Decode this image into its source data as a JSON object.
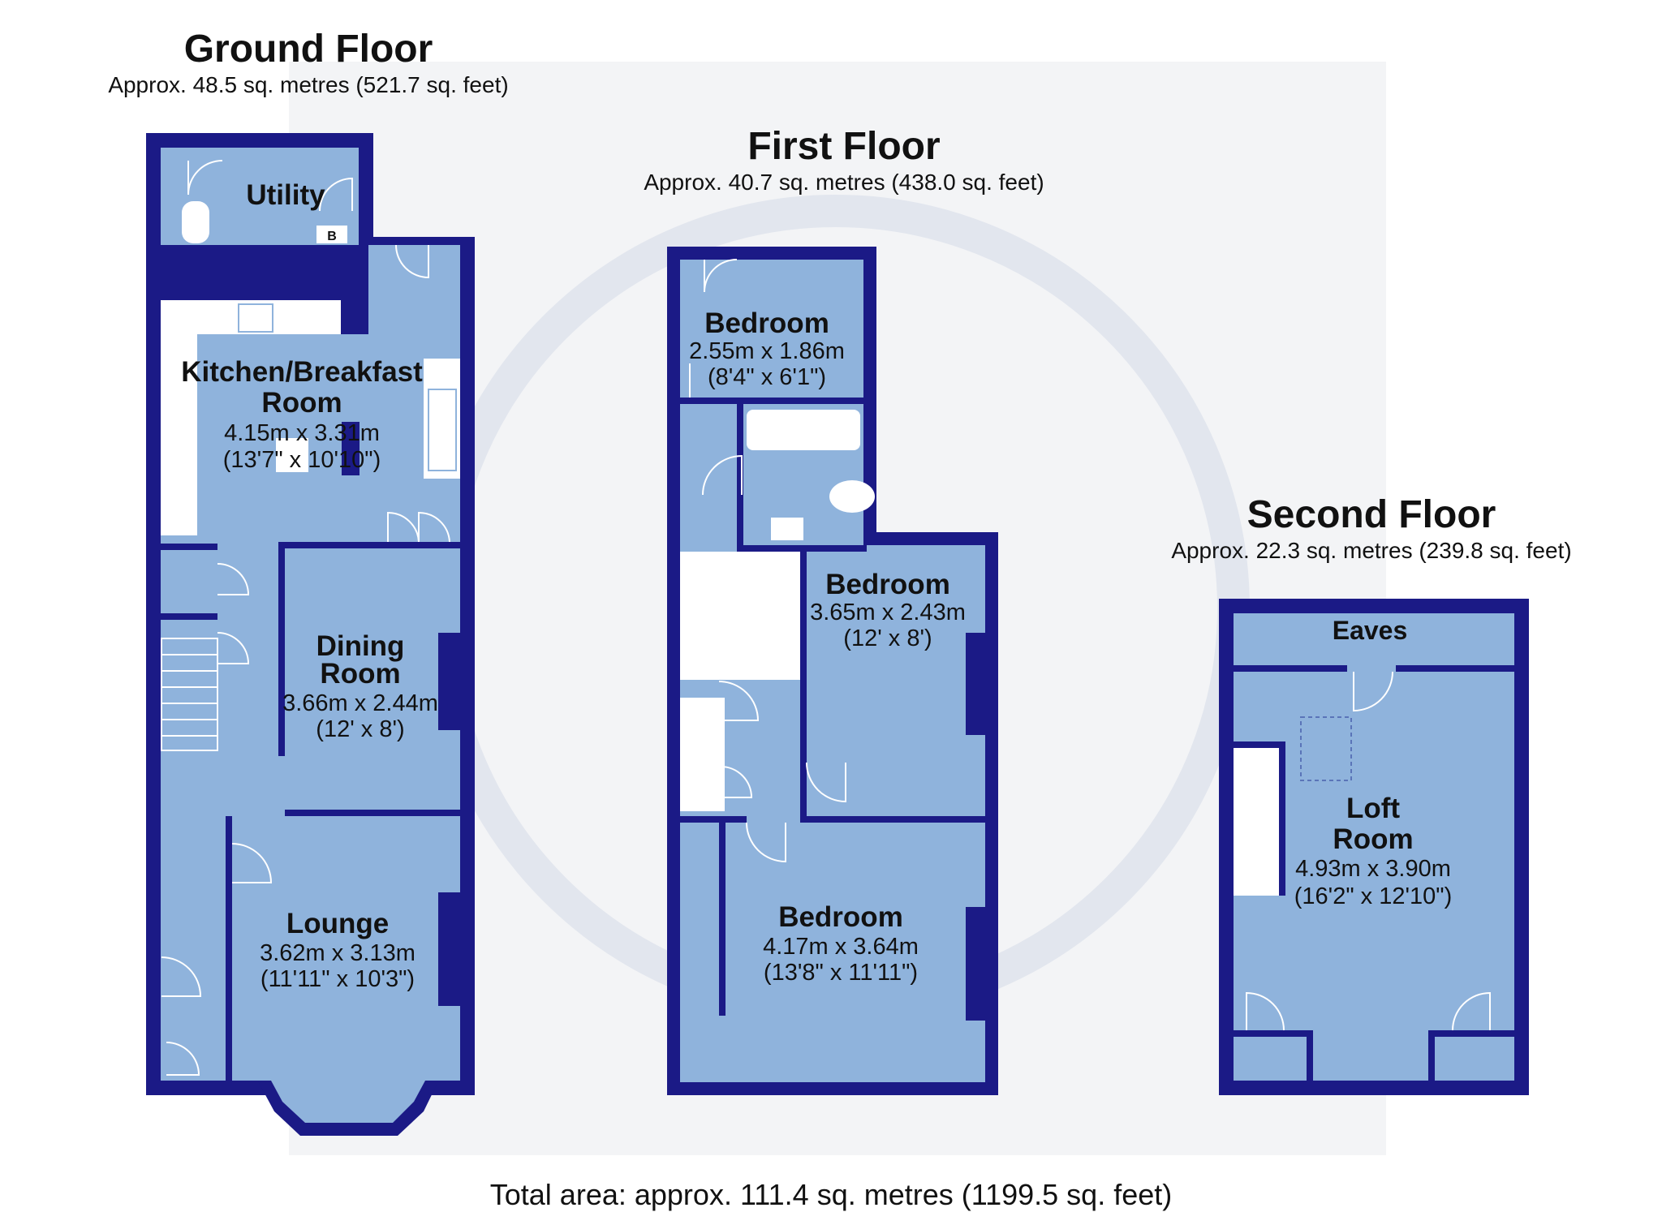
{
  "colors": {
    "wall": "#1b1a86",
    "floor": "#8fb3dc",
    "watermark": "#eef0f3",
    "fixture": "#ffffff"
  },
  "floors": [
    {
      "name": "Ground Floor",
      "area": "Approx. 48.5 sq. metres (521.7 sq. feet)",
      "rooms": [
        {
          "name": "Utility"
        },
        {
          "name_lines": [
            "Kitchen/Breakfast",
            "Room"
          ],
          "metric": "4.15m x 3.31m",
          "imperial": "(13'7\" x 10'10\")"
        },
        {
          "name_lines": [
            "Dining",
            "Room"
          ],
          "metric": "3.66m x 2.44m",
          "imperial": "(12' x 8')"
        },
        {
          "name": "Lounge",
          "metric": "3.62m x 3.13m",
          "imperial": "(11'11\" x 10'3\")"
        }
      ],
      "fixture_labels": {
        "boiler": "B"
      }
    },
    {
      "name": "First Floor",
      "area": "Approx. 40.7 sq. metres (438.0 sq. feet)",
      "rooms": [
        {
          "name": "Bedroom",
          "metric": "2.55m x 1.86m",
          "imperial": "(8'4\" x 6'1\")"
        },
        {
          "name": "Bedroom",
          "metric": "3.65m x 2.43m",
          "imperial": "(12' x 8')"
        },
        {
          "name": "Bedroom",
          "metric": "4.17m x 3.64m",
          "imperial": "(13'8\" x 11'11\")"
        }
      ]
    },
    {
      "name": "Second Floor",
      "area": "Approx. 22.3 sq. metres (239.8 sq. feet)",
      "rooms": [
        {
          "name": "Eaves"
        },
        {
          "name_lines": [
            "Loft",
            "Room"
          ],
          "metric": "4.93m x 3.90m",
          "imperial": "(16'2\" x 12'10\")"
        }
      ]
    }
  ],
  "total": "Total area: approx. 111.4 sq. metres (1199.5 sq. feet)"
}
